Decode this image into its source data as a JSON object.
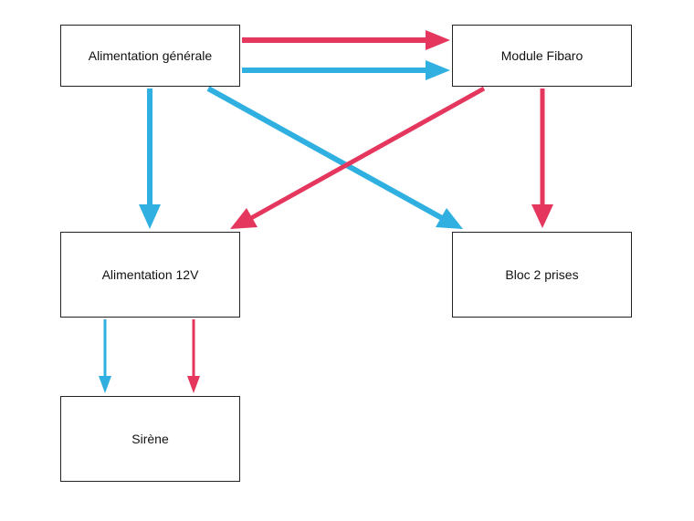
{
  "colors": {
    "red": "#e5365e",
    "blue": "#2fb0e0",
    "border": "#222222",
    "background": "#ffffff"
  },
  "nodes": {
    "alimentation_generale": "Alimentation générale",
    "module_fibaro": "Module Fibaro",
    "alimentation_12v": "Alimentation 12V",
    "bloc_2_prises": "Bloc 2 prises",
    "sirene": "Sirène"
  },
  "connections": [
    {
      "from": "Alimentation générale",
      "to": "Module Fibaro",
      "color": "red"
    },
    {
      "from": "Alimentation générale",
      "to": "Module Fibaro",
      "color": "blue"
    },
    {
      "from": "Alimentation générale",
      "to": "Alimentation 12V",
      "color": "blue"
    },
    {
      "from": "Alimentation générale",
      "to": "Bloc 2 prises",
      "color": "blue"
    },
    {
      "from": "Module Fibaro",
      "to": "Alimentation 12V",
      "color": "red"
    },
    {
      "from": "Module Fibaro",
      "to": "Bloc 2 prises",
      "color": "red"
    },
    {
      "from": "Alimentation 12V",
      "to": "Sirène",
      "color": "blue"
    },
    {
      "from": "Alimentation 12V",
      "to": "Sirène",
      "color": "red"
    }
  ]
}
